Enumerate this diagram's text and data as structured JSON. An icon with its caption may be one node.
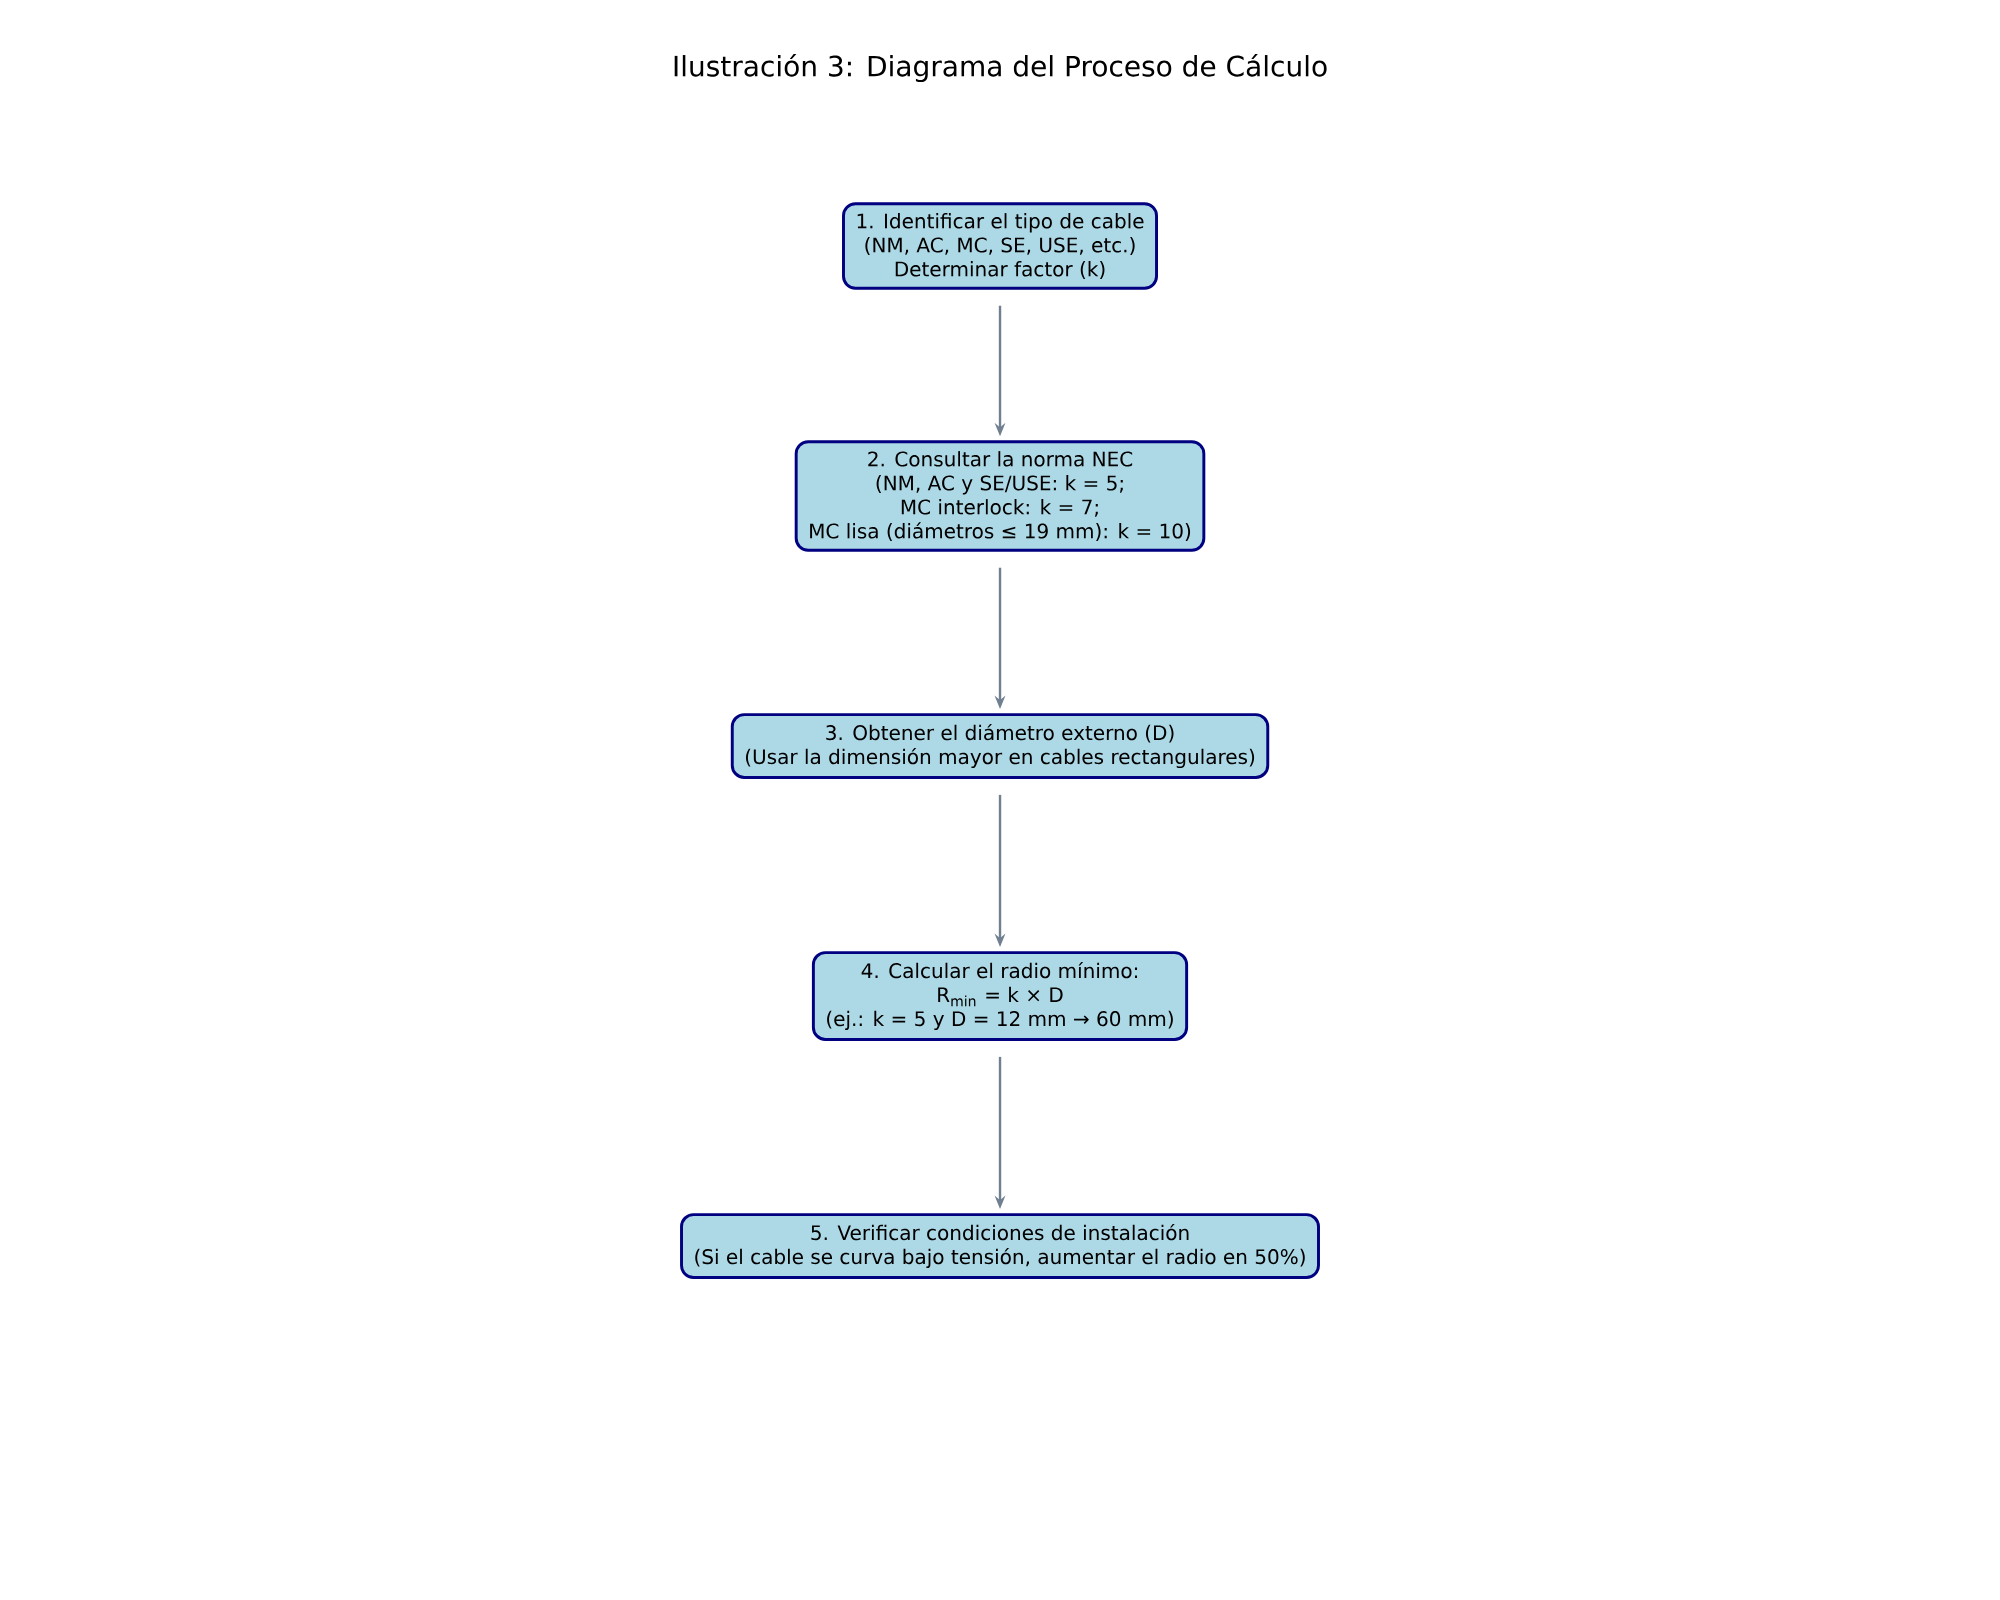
{
  "diagram": {
    "title": "Ilustración 3: Diagrama del Proceso de Cálculo",
    "nodes": [
      {
        "text": [
          "1. Identificar el tipo de cable",
          "(NM, AC, MC, SE, USE, etc.)",
          "Determinar factor (k)"
        ]
      },
      {
        "text": [
          "2. Consultar la norma NEC",
          "(NM, AC y SE/USE: k = 5;",
          "MC interlock: k = 7;",
          "MC lisa (diámetros ≤ 19 mm): k = 10)"
        ]
      },
      {
        "text": [
          "3. Obtener el diámetro externo (D)",
          "(Usar la dimensión mayor en cables rectangulares)"
        ]
      },
      {
        "text": [
          "4. Calcular el radio mínimo:",
          "R$_{min}$ = k × D",
          "(ej.: k = 5 y D = 12 mm → 60 mm)"
        ]
      },
      {
        "text": [
          "5. Verificar condiciones de instalación",
          "(Si el cable se curva bajo tensión, aumentar el radio en 50%)"
        ]
      }
    ],
    "edges": [
      {
        "from": 0,
        "to": 1,
        "arrow": "to"
      },
      {
        "from": 1,
        "to": 2,
        "arrow": "to"
      },
      {
        "from": 2,
        "to": 3,
        "arrow": "to"
      },
      {
        "from": 3,
        "to": 4,
        "arrow": "to"
      }
    ]
  }
}
